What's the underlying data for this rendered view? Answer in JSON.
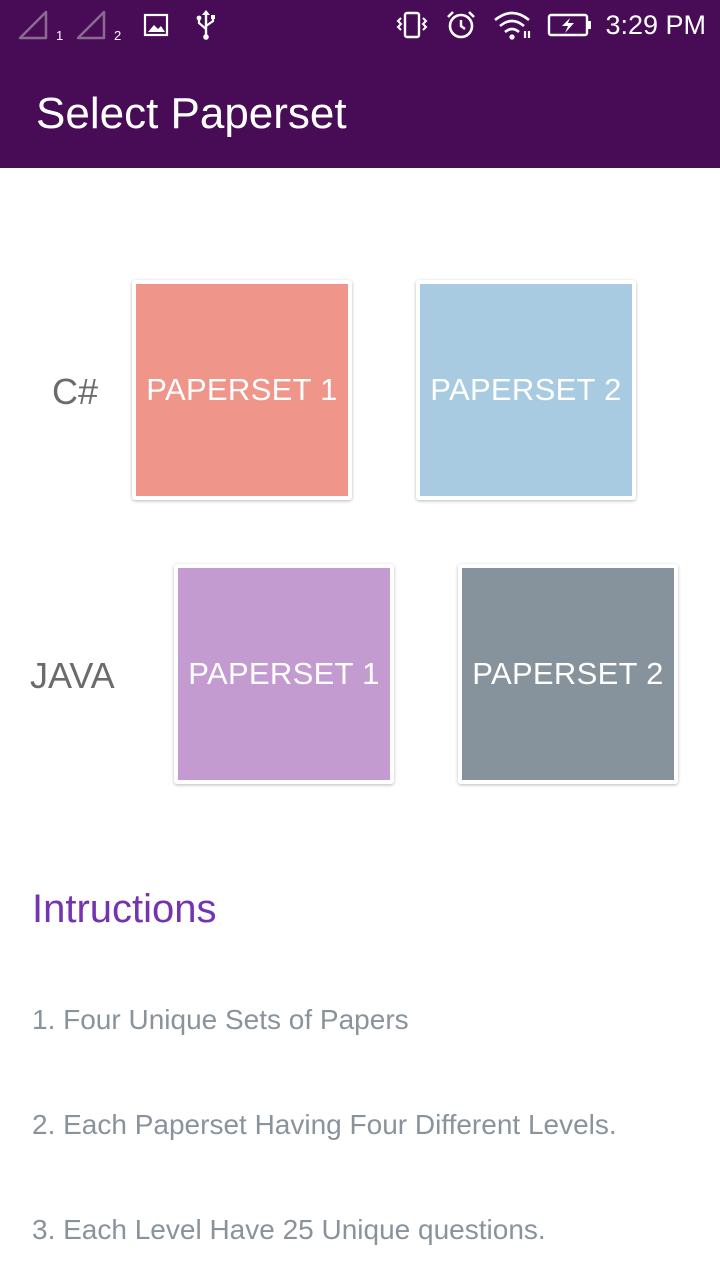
{
  "status_bar": {
    "time": "3:29 PM",
    "sim1_label": "1",
    "sim2_label": "2",
    "icons": [
      "signal-sim1-icon",
      "signal-sim2-icon",
      "image-icon",
      "usb-icon",
      "vibrate-icon",
      "alarm-icon",
      "wifi-icon",
      "battery-charging-icon"
    ]
  },
  "app_bar": {
    "title": "Select Paperset"
  },
  "rows": [
    {
      "label": "C#",
      "cards": [
        {
          "label": "PAPERSET 1",
          "color": "#f0958a"
        },
        {
          "label": "PAPERSET 2",
          "color": "#a9cbe2"
        }
      ]
    },
    {
      "label": "JAVA",
      "cards": [
        {
          "label": "PAPERSET 1",
          "color": "#c39bd0"
        },
        {
          "label": "PAPERSET 2",
          "color": "#86929c"
        }
      ]
    }
  ],
  "instructions": {
    "heading": "Intructions",
    "heading_color": "#7433b0",
    "items": [
      "1. Four Unique Sets of Papers",
      "2. Each Paperset Having Four Different Levels.",
      "3. Each Level Have 25 Unique questions."
    ]
  },
  "colors": {
    "primary_dark": "#470c55",
    "text_secondary": "#8a939c"
  }
}
